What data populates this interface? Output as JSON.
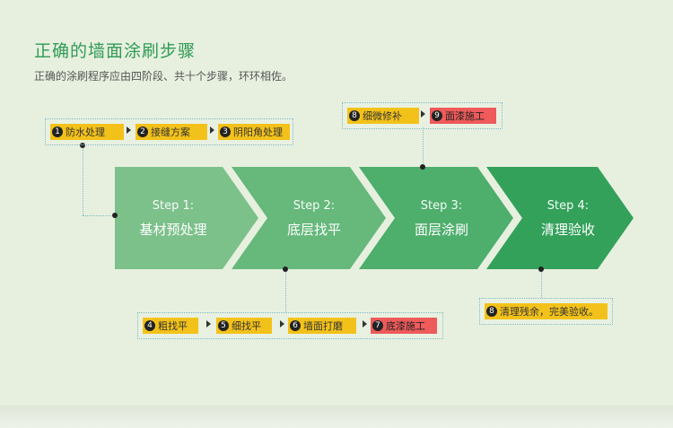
{
  "header": {
    "title": "正确的墙面涂刷步骤",
    "subtitle": "正确的涂刷程序应由四阶段、共十个步骤，环环相佐。"
  },
  "steps": [
    {
      "step": "Step 1:",
      "name": "基材预处理",
      "color": "#7cc08a"
    },
    {
      "step": "Step 2:",
      "name": "底层找平",
      "color": "#66b87b"
    },
    {
      "step": "Step 3:",
      "name": "面层涂刷",
      "color": "#4eae6c"
    },
    {
      "step": "Step 4:",
      "name": "清理验收",
      "color": "#33a15a"
    }
  ],
  "groups": {
    "g1": [
      {
        "num": "1",
        "label": "防水处理",
        "color": "#f3c21a"
      },
      {
        "num": "2",
        "label": "接缝方案",
        "color": "#f3c21a"
      },
      {
        "num": "3",
        "label": "阴阳角处理",
        "color": "#f3c21a"
      }
    ],
    "g2": [
      {
        "num": "4",
        "label": "粗找平",
        "color": "#f3c21a"
      },
      {
        "num": "5",
        "label": "细找平",
        "color": "#f3c21a"
      },
      {
        "num": "6",
        "label": "墙面打磨",
        "color": "#f3c21a"
      },
      {
        "num": "7",
        "label": "底漆施工",
        "color": "#ef5a5a"
      }
    ],
    "g3": [
      {
        "num": "8",
        "label": "细微修补",
        "color": "#f3c21a"
      },
      {
        "num": "9",
        "label": "面漆施工",
        "color": "#ef5a5a"
      }
    ],
    "g4": [
      {
        "num": "8",
        "label": "清理残余，完美验收。",
        "color": "#f3c21a"
      }
    ]
  }
}
